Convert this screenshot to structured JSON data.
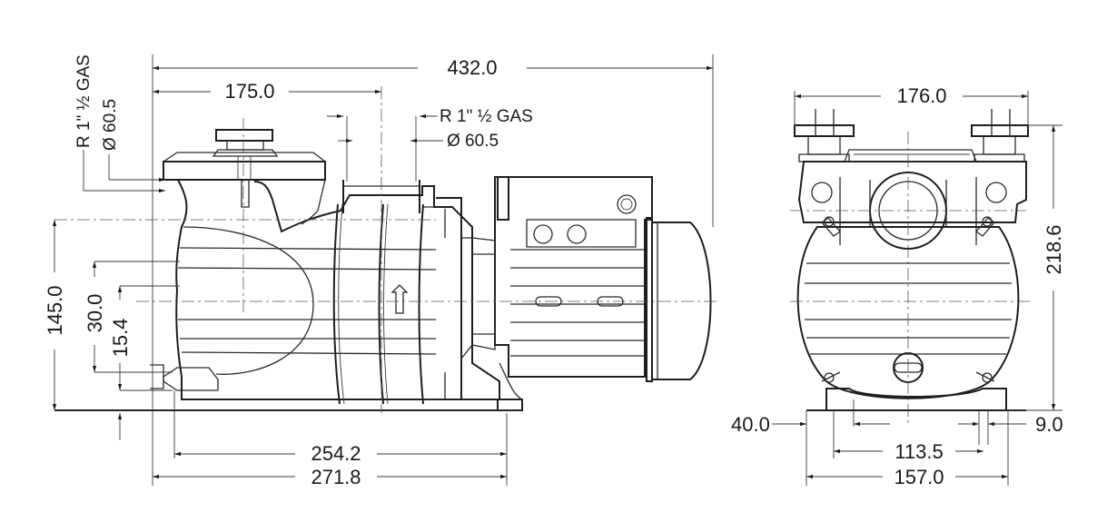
{
  "side_view": {
    "overall_length": "432.0",
    "inlet_to_outlet": "175.0",
    "outlet_thread": "R 1\" ½ GAS",
    "outlet_diameter": "Ø 60.5",
    "inlet_thread": "R 1\" ½ GAS",
    "inlet_diameter": "Ø 60.5",
    "height_total": "145.0",
    "drain_height_1": "30.0",
    "drain_height_2": "15.4",
    "base_length_1": "254.2",
    "base_length_2": "271.8"
  },
  "front_view": {
    "width_top": "176.0",
    "height": "218.6",
    "foot_offset": "40.0",
    "hole_diameter": "9.0",
    "hole_spacing": "113.5",
    "base_width": "157.0"
  }
}
